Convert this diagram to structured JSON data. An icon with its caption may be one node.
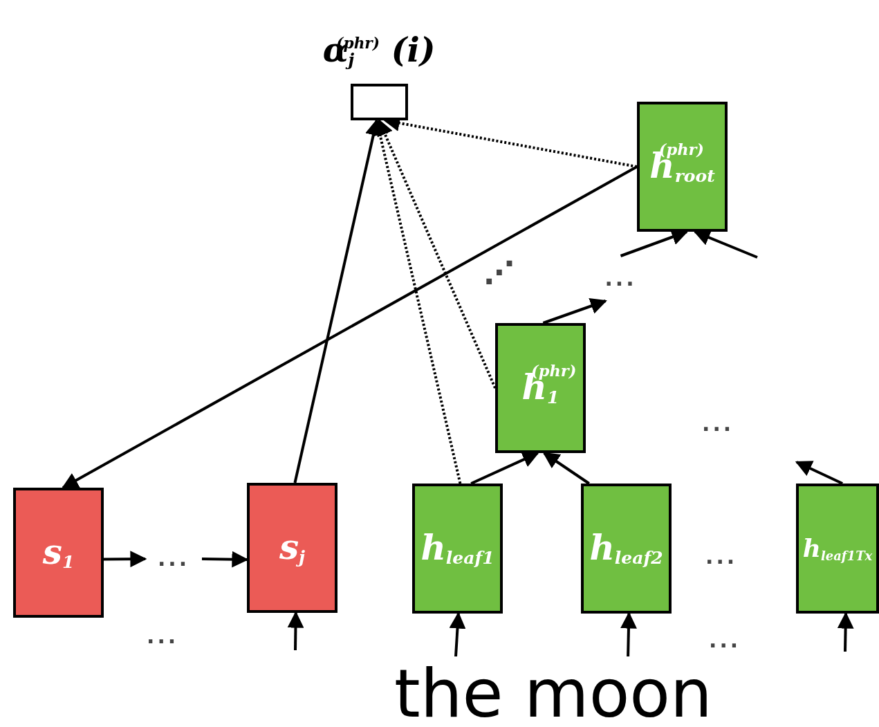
{
  "diagram": {
    "nodes": [
      {
        "text": [
          "α$_{j}$$^{(phr)}$ (i)"
        ]
      },
      {
        "text": [
          "h$_{root}$$^{(phr)}$"
        ]
      },
      {
        "text": [
          "..."
        ]
      },
      {
        "text": [
          "h$_{1}$$^{(phr)}$"
        ]
      },
      {
        "text": [
          "s$_{1}$"
        ]
      },
      {
        "text": [
          "..."
        ]
      },
      {
        "text": [
          "s$_{j}$"
        ]
      },
      {
        "text": [
          "h$_{leaf1}$"
        ]
      },
      {
        "text": [
          "h$_{leaf2}$"
        ]
      },
      {
        "text": [
          "h$_{leaf1Tx}$"
        ]
      },
      {
        "text": [
          "the moon"
        ]
      }
    ],
    "edges": [
      {
        "from": 1,
        "to": 4,
        "arrow": "to"
      },
      {
        "from": 6,
        "to": 0,
        "arrow": "to"
      },
      {
        "from": 1,
        "to": 0,
        "arrow": "to",
        "style": "dashed"
      },
      {
        "from": 7,
        "to": 0,
        "arrow": "to",
        "style": "dashed"
      },
      {
        "from": 3,
        "to": 0,
        "arrow": "to",
        "style": "dashed"
      },
      {
        "from": 4,
        "to": 5,
        "arrow": "to"
      },
      {
        "from": 5,
        "to": 6,
        "arrow": "to"
      },
      {
        "from": 7,
        "to": 3,
        "arrow": "to"
      },
      {
        "from": 8,
        "to": 3,
        "arrow": "to"
      },
      {
        "from": 3,
        "to": 2,
        "arrow": "to"
      },
      {
        "from": 2,
        "to": 1,
        "arrow": "to"
      },
      {
        "from": null,
        "to": 1,
        "arrow": "to"
      },
      {
        "from": 9,
        "to": null,
        "arrow": "to"
      },
      {
        "from": null,
        "to": 6,
        "arrow": "to"
      },
      {
        "from": 10,
        "to": 7,
        "arrow": "to"
      },
      {
        "from": 10,
        "to": 8,
        "arrow": "to"
      },
      {
        "from": null,
        "to": 9,
        "arrow": "to"
      }
    ],
    "labels": [
      "⋰",
      "...",
      "...",
      "...",
      "..."
    ]
  }
}
